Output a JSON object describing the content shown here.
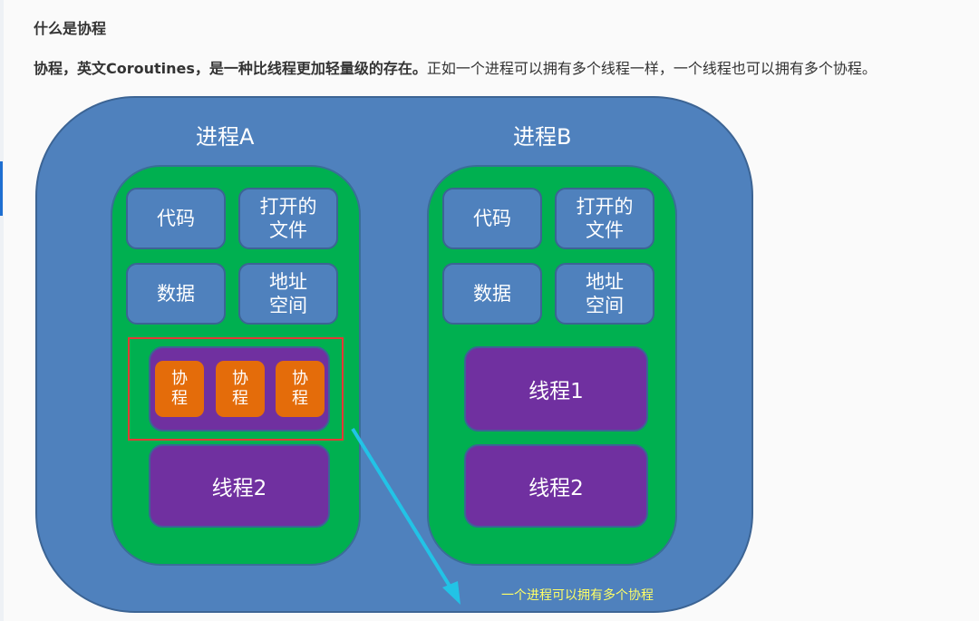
{
  "article": {
    "heading": "什么是协程",
    "intro_bold": "协程，英文Coroutines，是一种比线程更加轻量级的存在。",
    "intro_rest": "正如一个进程可以拥有多个线程一样，一个线程也可以拥有多个协程。"
  },
  "diagram": {
    "process_a": {
      "title": "进程A",
      "code": "代码",
      "open_files": [
        "打开的",
        "文件"
      ],
      "data": "数据",
      "address_space": [
        "地址",
        "空间"
      ],
      "coroutines": [
        [
          "协",
          "程"
        ],
        [
          "协",
          "程"
        ],
        [
          "协",
          "程"
        ]
      ],
      "thread2": "线程2"
    },
    "process_b": {
      "title": "进程B",
      "code": "代码",
      "open_files": [
        "打开的",
        "文件"
      ],
      "data": "数据",
      "address_space": [
        "地址",
        "空间"
      ],
      "thread1": "线程1",
      "thread2": "线程2"
    },
    "caption": "一个进程可以拥有多个协程",
    "colors": {
      "outer": "#4f81bd",
      "process": "#00b050",
      "thread": "#7030a0",
      "coroutine": "#e46c0a",
      "highlight": "#e53935",
      "arrow": "#22c3e6",
      "caption": "#ffff66"
    }
  }
}
